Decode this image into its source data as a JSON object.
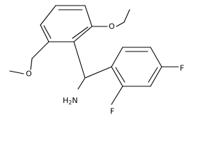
{
  "structure": {
    "name": "",
    "labels": {
      "amine": "H2N",
      "amine_prefix": "H",
      "amine_subscript": "2",
      "amine_suffix": "N",
      "methoxy_top": "O",
      "methoxy_left": "O",
      "fluoro_para": "F",
      "fluoro_ortho": "F"
    }
  }
}
